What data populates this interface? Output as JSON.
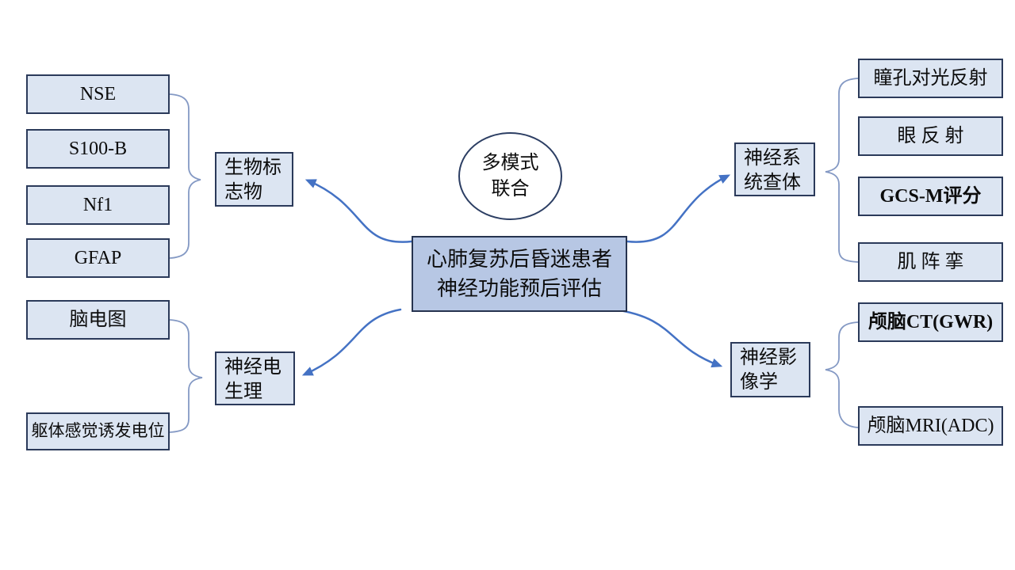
{
  "hub": {
    "lines": [
      "多模式",
      "联合"
    ]
  },
  "center": {
    "lines": [
      "心肺复苏后昏迷患者",
      "神经功能预后评估"
    ]
  },
  "branches": {
    "biomarkers": {
      "label": "生物标志物",
      "items": [
        "NSE",
        "S100-B",
        "Nf1",
        "GFAP"
      ]
    },
    "neuro_exam": {
      "label": "神经系统查体",
      "items": [
        "瞳孔对光反射",
        "眼 反 射",
        "GCS-M评分",
        "肌 阵 挛"
      ]
    },
    "electrophysiology": {
      "label": "神经电生理",
      "items": [
        "脑电图",
        "躯体感觉诱发电位"
      ]
    },
    "neuroimaging": {
      "label": "神经影像学",
      "items": [
        "颅脑CT(GWR)",
        "颅脑MRI(ADC)"
      ]
    }
  },
  "colors": {
    "item_fill": "#dce5f2",
    "center_fill": "#b7c7e4",
    "box_border": "#2b3a5a",
    "arrow_blue": "#4472c4",
    "brace_blue": "#8499c4",
    "hub_fill": "#ffffff"
  }
}
